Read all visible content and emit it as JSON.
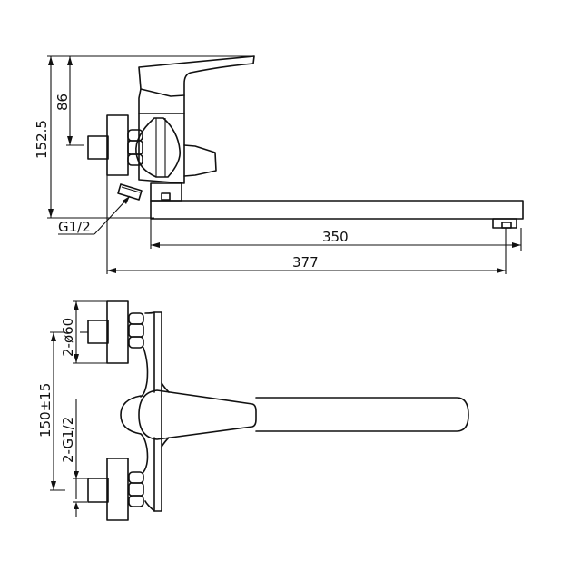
{
  "drawing": {
    "type": "technical-drawing",
    "subject": "wall-mounted single-lever bath/shower mixer with long spout",
    "views": [
      "side-view",
      "front-view"
    ],
    "line_color": "#111111",
    "background": "#ffffff"
  },
  "side_view": {
    "dimensions": {
      "total_height": "152.5",
      "handle_to_inlet_height": "86",
      "spout_length": "350",
      "overall_length": "377",
      "shower_outlet_thread": "G1/2"
    }
  },
  "front_view": {
    "dimensions": {
      "escutcheon_diameter": "2-ø60",
      "inlet_center_distance": "150±15",
      "inlet_thread": "2-G1/2"
    }
  }
}
